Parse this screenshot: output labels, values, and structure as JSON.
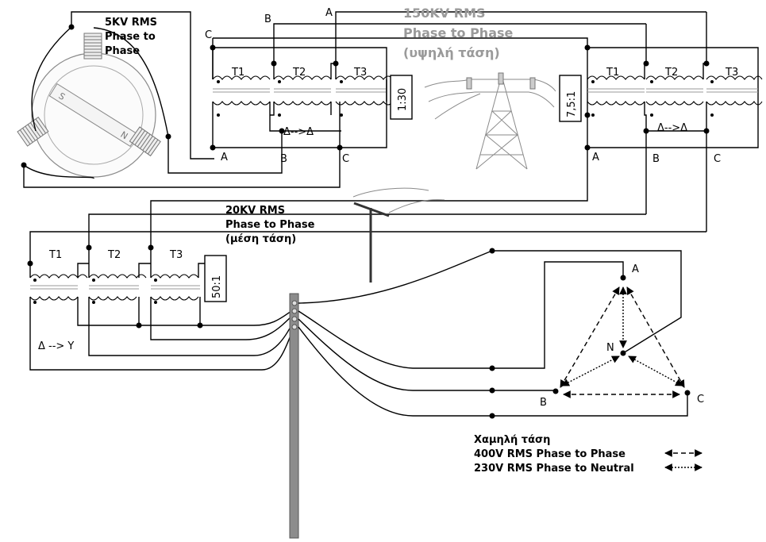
{
  "generator": {
    "label_line1": "5KV RMS",
    "label_line2": "Phase to",
    "label_line3": "Phase"
  },
  "high_voltage": {
    "line1": "150KV RMS",
    "line2": "Phase to Phase",
    "line3": "(υψηλή τάση)"
  },
  "medium_voltage": {
    "line1": "20KV RMS",
    "line2": "Phase to Phase",
    "line3": "(μέση τάση)"
  },
  "low_voltage": {
    "title": "Χαμηλή τάση",
    "phase_to_phase": "400V RMS Phase to Phase",
    "phase_to_neutral": "230V RMS Phase to Neutral"
  },
  "bank1": {
    "t1": "T1",
    "t2": "T2",
    "t3": "T3",
    "ratio": "1:30",
    "connection": "Δ-->Δ",
    "top_a": "A",
    "top_b": "B",
    "top_c": "C",
    "bot_a": "A",
    "bot_b": "B",
    "bot_c": "C"
  },
  "bank2": {
    "t1": "T1",
    "t2": "T2",
    "t3": "T3",
    "ratio": "7,5:1",
    "connection": "Δ-->Δ",
    "bot_a": "A",
    "bot_b": "B",
    "bot_c": "C"
  },
  "bank3": {
    "t1": "T1",
    "t2": "T2",
    "t3": "T3",
    "ratio": "50:1",
    "connection": "Δ --> Y"
  },
  "star": {
    "a": "A",
    "b": "B",
    "c": "C",
    "n": "N"
  }
}
